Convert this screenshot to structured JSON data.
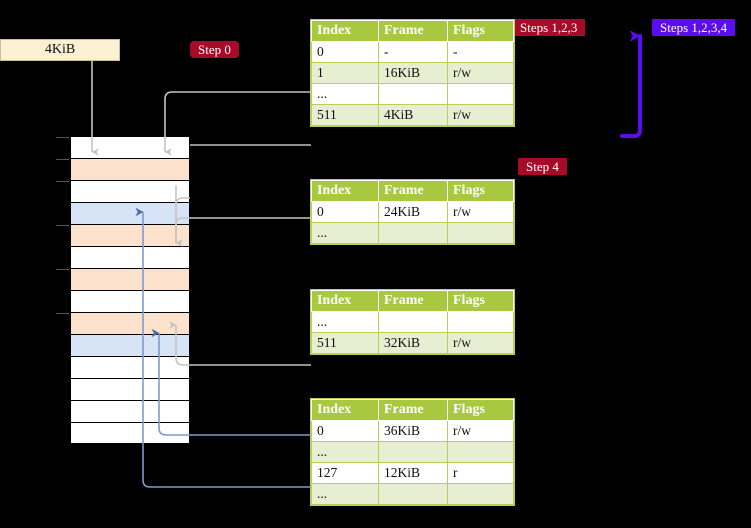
{
  "diagram": {
    "title_source_box": "4KiB",
    "badges": [
      {
        "name": "step-0",
        "label": "Step 0",
        "style": "crimson"
      },
      {
        "name": "steps-123",
        "label": "Steps 1,2,3",
        "style": "crimson-sq"
      },
      {
        "name": "steps-1234",
        "label": "Steps 1,2,3,4",
        "style": "purple"
      },
      {
        "name": "step-4",
        "label": "Step 4",
        "style": "crimson-sq"
      }
    ],
    "colors": {
      "header_green": "#a7c83f",
      "row_alt_green": "#e8eed2",
      "highlight_yellow": "#fbfbb5",
      "mem_peach": "#fce2cc",
      "mem_blue": "#d7e4f7",
      "badge_crimson": "#a80b2a",
      "badge_purple": "#5a0ef0",
      "source_box": "#fbf0d3",
      "wire_grey": "#c8c4bd",
      "wire_blue": "#7d9cc9",
      "arrow_blue": "#4a6ea9"
    },
    "columns": [
      "Index",
      "Frame",
      "Flags"
    ],
    "tables": [
      {
        "name": "page-table-level-1",
        "rows": [
          {
            "index": "0",
            "frame": "-",
            "flags": "-",
            "shade": "plain",
            "highlight": false
          },
          {
            "index": "1",
            "frame": "16KiB",
            "flags": "r/w",
            "shade": "alt",
            "highlight": false
          },
          {
            "index": "...",
            "frame": "",
            "flags": "",
            "shade": "plain",
            "highlight": false
          },
          {
            "index": "511",
            "frame": "4KiB",
            "flags": "r/w",
            "shade": "alt",
            "highlight": true
          }
        ]
      },
      {
        "name": "page-table-level-2",
        "rows": [
          {
            "index": "0",
            "frame": "24KiB",
            "flags": "r/w",
            "shade": "plain",
            "highlight": false
          },
          {
            "index": "...",
            "frame": "",
            "flags": "",
            "shade": "alt",
            "highlight": false
          }
        ]
      },
      {
        "name": "page-table-level-3",
        "rows": [
          {
            "index": "...",
            "frame": "",
            "flags": "",
            "shade": "plain",
            "highlight": false
          },
          {
            "index": "511",
            "frame": "32KiB",
            "flags": "r/w",
            "shade": "alt",
            "highlight": false
          }
        ]
      },
      {
        "name": "page-table-level-4",
        "rows": [
          {
            "index": "0",
            "frame": "36KiB",
            "flags": "r/w",
            "shade": "plain",
            "highlight": false
          },
          {
            "index": "...",
            "frame": "",
            "flags": "",
            "shade": "alt",
            "highlight": false
          },
          {
            "index": "127",
            "frame": "12KiB",
            "flags": "r",
            "shade": "plain",
            "highlight": false
          },
          {
            "index": "...",
            "frame": "",
            "flags": "",
            "shade": "alt",
            "highlight": false
          }
        ]
      }
    ],
    "memory_rows": [
      {
        "fill": "white",
        "tick": true
      },
      {
        "fill": "peach",
        "tick": true
      },
      {
        "fill": "white",
        "tick": true
      },
      {
        "fill": "blue",
        "tick": false
      },
      {
        "fill": "peach",
        "tick": true
      },
      {
        "fill": "white",
        "tick": false
      },
      {
        "fill": "peach",
        "tick": true
      },
      {
        "fill": "white",
        "tick": false
      },
      {
        "fill": "peach",
        "tick": true
      },
      {
        "fill": "blue",
        "tick": false
      },
      {
        "fill": "white",
        "tick": false
      },
      {
        "fill": "white",
        "tick": false
      },
      {
        "fill": "white",
        "tick": false
      },
      {
        "fill": "white",
        "tick": false
      }
    ]
  }
}
